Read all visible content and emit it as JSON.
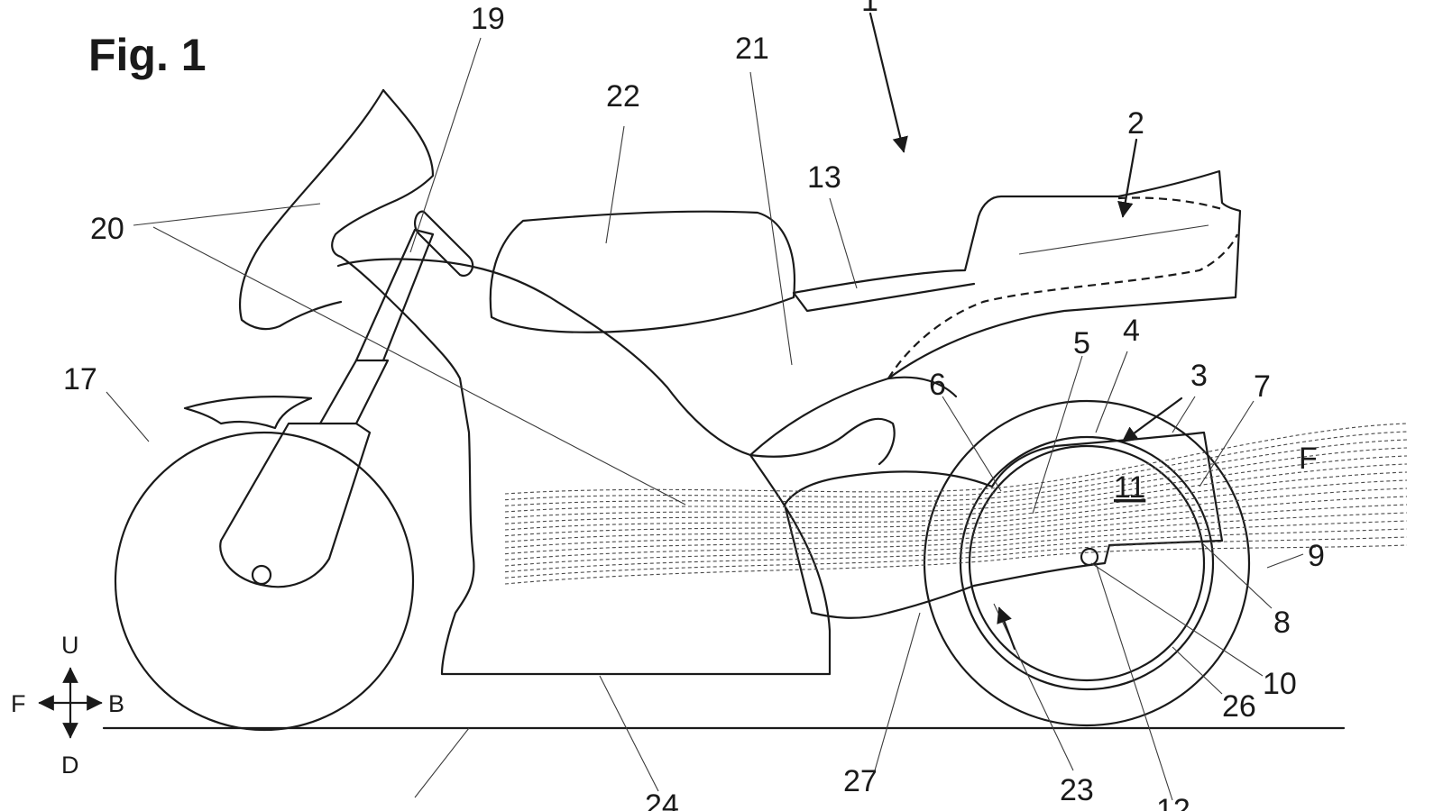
{
  "figure": {
    "title": "Fig. 1",
    "flow_label": "F",
    "directions": {
      "up": "U",
      "down": "D",
      "front": "F",
      "back": "B"
    },
    "refs": {
      "r1": "1",
      "r2": "2",
      "r3": "3",
      "r4": "4",
      "r5": "5",
      "r6": "6",
      "r7": "7",
      "r8": "8",
      "r9": "9",
      "r10": "10",
      "r11": "11",
      "r12": "12",
      "r13": "13",
      "r17": "17",
      "r19": "19",
      "r20": "20",
      "r21": "21",
      "r22": "22",
      "r23": "23",
      "r24": "24",
      "r26": "26",
      "r27": "27"
    }
  }
}
